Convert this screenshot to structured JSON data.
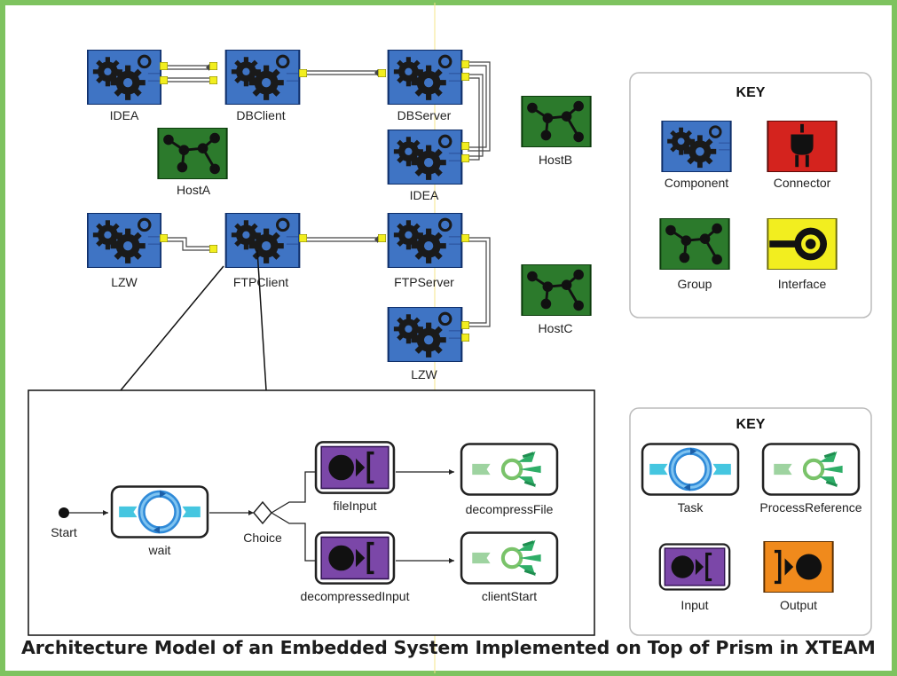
{
  "caption": "Architecture Model of an Embedded System Implemented on Top of Prism in XTEAM",
  "architecture": {
    "components": [
      "IDEA",
      "DBClient",
      "DBServer",
      "IDEA",
      "LZW",
      "FTPClient",
      "FTPServer",
      "LZW"
    ],
    "groups": [
      "HostA",
      "HostB",
      "HostC"
    ]
  },
  "key_architecture": {
    "title": "KEY",
    "items": [
      "Component",
      "Connector",
      "Group",
      "Interface"
    ]
  },
  "process": {
    "start": "Start",
    "task": "wait",
    "choice": "Choice",
    "inputs": [
      "fileInput",
      "decompressedInput"
    ],
    "references": [
      "decompressFile",
      "clientStart"
    ]
  },
  "key_process": {
    "title": "KEY",
    "items": [
      "Task",
      "ProcessReference",
      "Input",
      "Output"
    ]
  },
  "colors": {
    "frame": "#7ec35f",
    "component": "#3f74c4",
    "group": "#2c7a2c",
    "connector": "#d4231e",
    "interface": "#f2ee1f",
    "input": "#7b47a8",
    "output": "#f08a1c",
    "reference": "#2fae68",
    "task_ring": "#2f8ad8"
  }
}
